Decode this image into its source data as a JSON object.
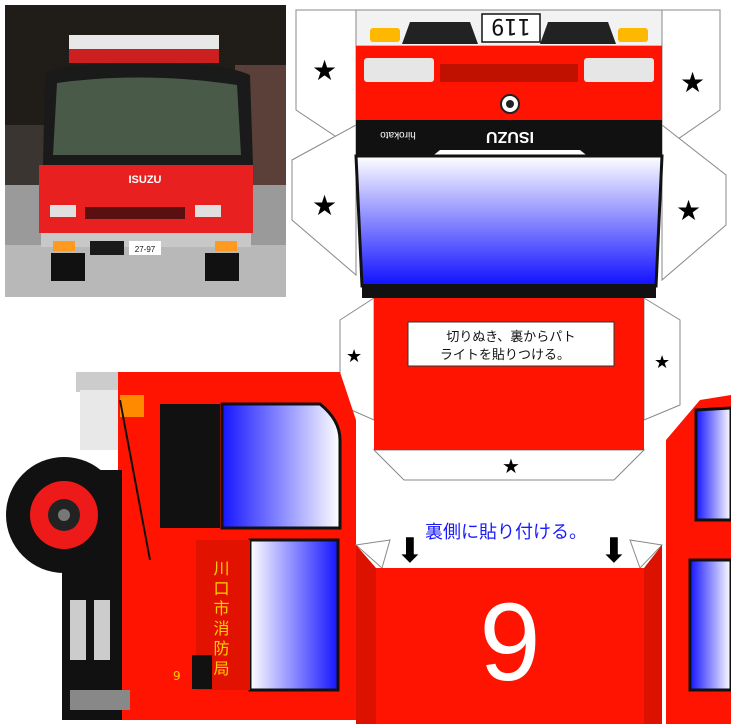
{
  "photo": {
    "badge_text": "ISUZU",
    "plate_text": "27-97"
  },
  "front_panel": {
    "top_number": "119",
    "brand": "ISUZU",
    "dealer": "hirokato",
    "instruction": [
      "切りぬき、裏からパト",
      "ライトを貼りつける。"
    ]
  },
  "side_panel": {
    "vertical_text": "川口市消防局",
    "small_number": "9"
  },
  "back_panel": {
    "glue_label": "裏側に貼り付ける。",
    "big_number": "9"
  },
  "colors": {
    "truck_red": "#fe1400",
    "window_blue": "#2020ff",
    "glue_label": "#1a1aff"
  }
}
